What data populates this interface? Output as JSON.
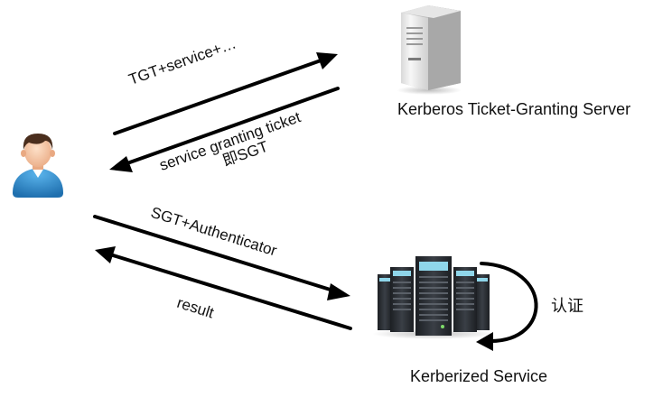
{
  "diagram": {
    "colors": {
      "arrow": "#000000",
      "text": "#111111",
      "user_shirt": "#2f8fd0",
      "user_skin": "#f5c6a5",
      "user_hair": "#4a2e1d",
      "server_body": "#f2f2f2",
      "rack_body": "#2b2e33"
    },
    "nodes": {
      "client": {
        "icon": "user-icon"
      },
      "tgs": {
        "icon": "server-icon",
        "label": "Kerberos Ticket-Granting Server"
      },
      "service": {
        "icon": "server-rack-icon",
        "label": "Kerberized Service"
      }
    },
    "messages": {
      "tgt_request": "TGT+service+…",
      "sgt_response_line1": "service granting ticket",
      "sgt_response_line2": "即SGT",
      "sgt_authenticator": "SGT+Authenticator",
      "result": "result",
      "authenticate": "认证"
    }
  }
}
